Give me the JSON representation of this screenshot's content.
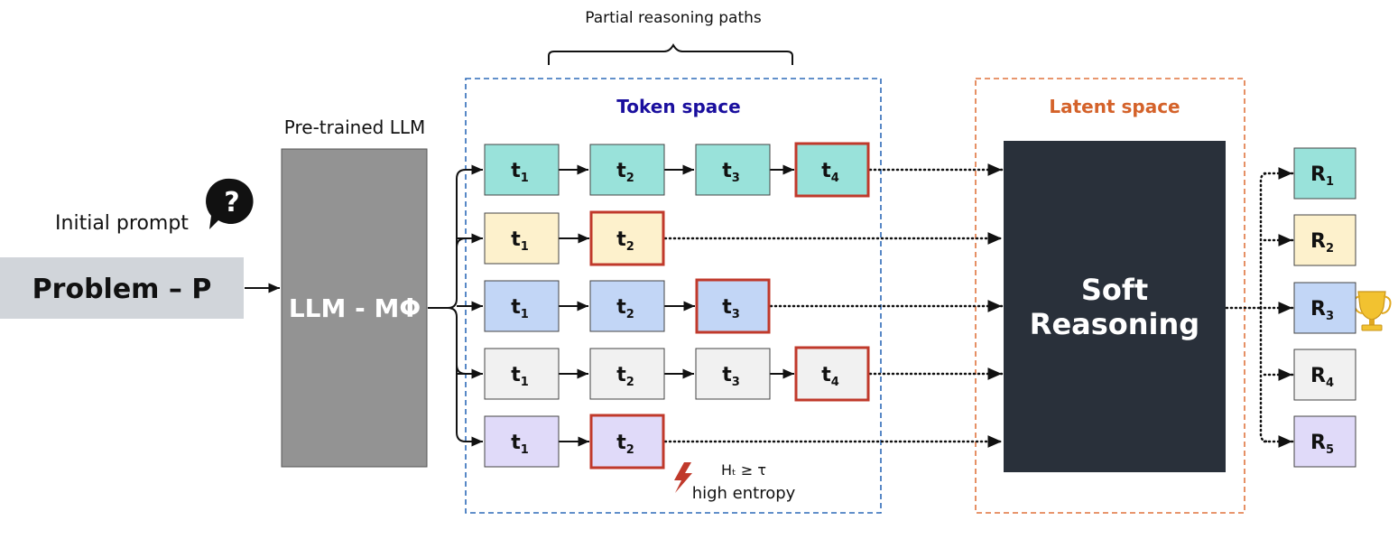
{
  "header": {
    "brace_label": "Partial reasoning paths"
  },
  "input": {
    "prompt_label": "Initial prompt",
    "problem_label": "Problem – P",
    "question_icon": "question-bubble-icon"
  },
  "llm": {
    "caption": "Pre-trained LLM",
    "label": "LLM - MΦ"
  },
  "token_space": {
    "title": "Token space",
    "title_color": "#1a0f9e",
    "rows": [
      {
        "color": "#99e2da",
        "tokens": [
          "1",
          "2",
          "3",
          "4"
        ],
        "highlight": 4
      },
      {
        "color": "#fdf1cc",
        "tokens": [
          "1",
          "2"
        ],
        "highlight": 2
      },
      {
        "color": "#c2d6f6",
        "tokens": [
          "1",
          "2",
          "3"
        ],
        "highlight": 3
      },
      {
        "color": "#f1f1f1",
        "tokens": [
          "1",
          "2",
          "3",
          "4"
        ],
        "highlight": 4
      },
      {
        "color": "#e0daf9",
        "tokens": [
          "1",
          "2"
        ],
        "highlight": 2
      }
    ],
    "entropy": {
      "symbol": "Hₜ ≥ τ",
      "label": "high entropy",
      "icon": "lightning-icon",
      "color": "#c0392b"
    }
  },
  "latent_space": {
    "title": "Latent space",
    "title_color": "#d4622a",
    "block_line1": "Soft",
    "block_line2": "Reasoning"
  },
  "results": {
    "items": [
      {
        "sub": "1",
        "color": "#99e2da"
      },
      {
        "sub": "2",
        "color": "#fdf1cc"
      },
      {
        "sub": "3",
        "color": "#c2d6f6"
      },
      {
        "sub": "4",
        "color": "#f1f1f1"
      },
      {
        "sub": "5",
        "color": "#e0daf9"
      }
    ],
    "winner_index": 3,
    "winner_icon": "trophy-icon"
  }
}
